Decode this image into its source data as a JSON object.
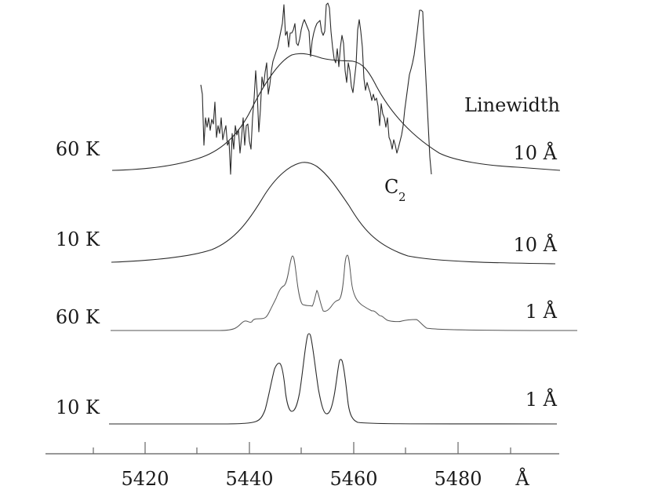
{
  "chart_data": {
    "type": "line",
    "title": "",
    "xlabel": "Å",
    "ylabel": "",
    "xlim": [
      5404,
      5494
    ],
    "x_ticks_major": [
      5420,
      5440,
      5460,
      5480
    ],
    "x_ticks_minor": [
      5410,
      5430,
      5450,
      5470,
      5490
    ],
    "x_unit_label": "Å",
    "column_header": "Linewidth",
    "annotation": {
      "text": "C",
      "subscript": "2",
      "x_approx": 5466
    },
    "series": [
      {
        "name": "60 K, 10 Å (model) with observed spectrum",
        "temperature_label": "60 K",
        "linewidth_label": "10 Å",
        "model": {
          "peak_x": 5449,
          "shape": "broad flat-topped band",
          "span": [
            5414,
            5490
          ]
        },
        "observed": {
          "span": [
            5431,
            5470
          ],
          "note": "noisy observed spectrum; strong spike near 5469 Å attributed to C2"
        }
      },
      {
        "name": "10 K, 10 Å",
        "temperature_label": "10 K",
        "linewidth_label": "10 Å",
        "peak_x": 5451,
        "shape": "single broad band"
      },
      {
        "name": "60 K, 1 Å",
        "temperature_label": "60 K",
        "linewidth_label": "1 Å",
        "peaks_x": [
          5439.5,
          5441,
          5444,
          5446.5,
          5448,
          5452.6,
          5456,
          5458.5,
          5465,
          5472
        ],
        "main_peaks_x": [
          5448,
          5458.5
        ]
      },
      {
        "name": "10 K, 1 Å",
        "temperature_label": "10 K",
        "linewidth_label": "1 Å",
        "peaks_x": [
          5446.5,
          5451.5,
          5457
        ],
        "relative_heights": [
          0.65,
          1.0,
          0.7
        ]
      }
    ],
    "grid": false,
    "legend": "row labels on left (temperature) and right (linewidth)"
  },
  "labels": {
    "linewidth_header": "Linewidth",
    "rows": [
      {
        "temp": "60 K",
        "width": "10 Å"
      },
      {
        "temp": "10 K",
        "width": "10 Å"
      },
      {
        "temp": "60 K",
        "width": "1 Å"
      },
      {
        "temp": "10 K",
        "width": "1 Å"
      }
    ],
    "c2_main": "C",
    "c2_sub": "2",
    "x_ticks": [
      "5420",
      "5440",
      "5460",
      "5480"
    ],
    "x_unit": "Å"
  }
}
